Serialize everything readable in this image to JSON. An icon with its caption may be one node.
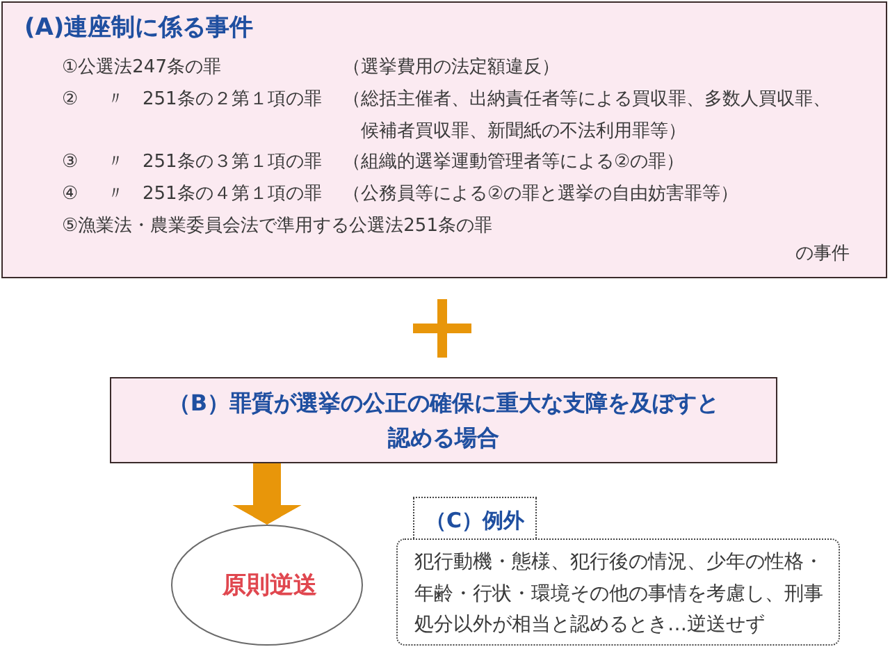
{
  "diagram": {
    "nodes": [
      {
        "text": [
          "(A)連座制に係る事件",
          "①公選法247条の罪",
          "（選挙費用の法定額違反）",
          "②",
          "〃",
          "251条の２第１項の罪",
          "（総括主催者、出納責任者等による買収罪、多数人買収罪、候補者買収罪、新聞紙の不法利用罪等）",
          "③",
          "〃",
          "251条の３第１項の罪",
          "（組織的選挙運動管理者等による②の罪）",
          "④",
          "〃",
          "251条の４第１項の罪",
          "（公務員等による②の罪と選挙の自由妨害罪等）",
          "⑤漁業法・農業委員会法で準用する公選法251条の罪",
          "の事件"
        ]
      },
      {
        "text": [
          "（B）罪質が選挙の公正の確保に重大な支障を及ぼすと認める場合"
        ]
      },
      {
        "text": [
          "原則逆送"
        ]
      },
      {
        "text": [
          "（C）例外"
        ]
      },
      {
        "text": [
          "犯行動機・態様、犯行後の情況、少年の性格・年齢・行状・環境その他の事情を考慮し、刑事処分以外が相当と認めるとき…逆送せず"
        ]
      }
    ],
    "edges": [
      {
        "from": 1,
        "to": 2,
        "arrow": "to",
        "color": "#e8960a"
      }
    ]
  }
}
